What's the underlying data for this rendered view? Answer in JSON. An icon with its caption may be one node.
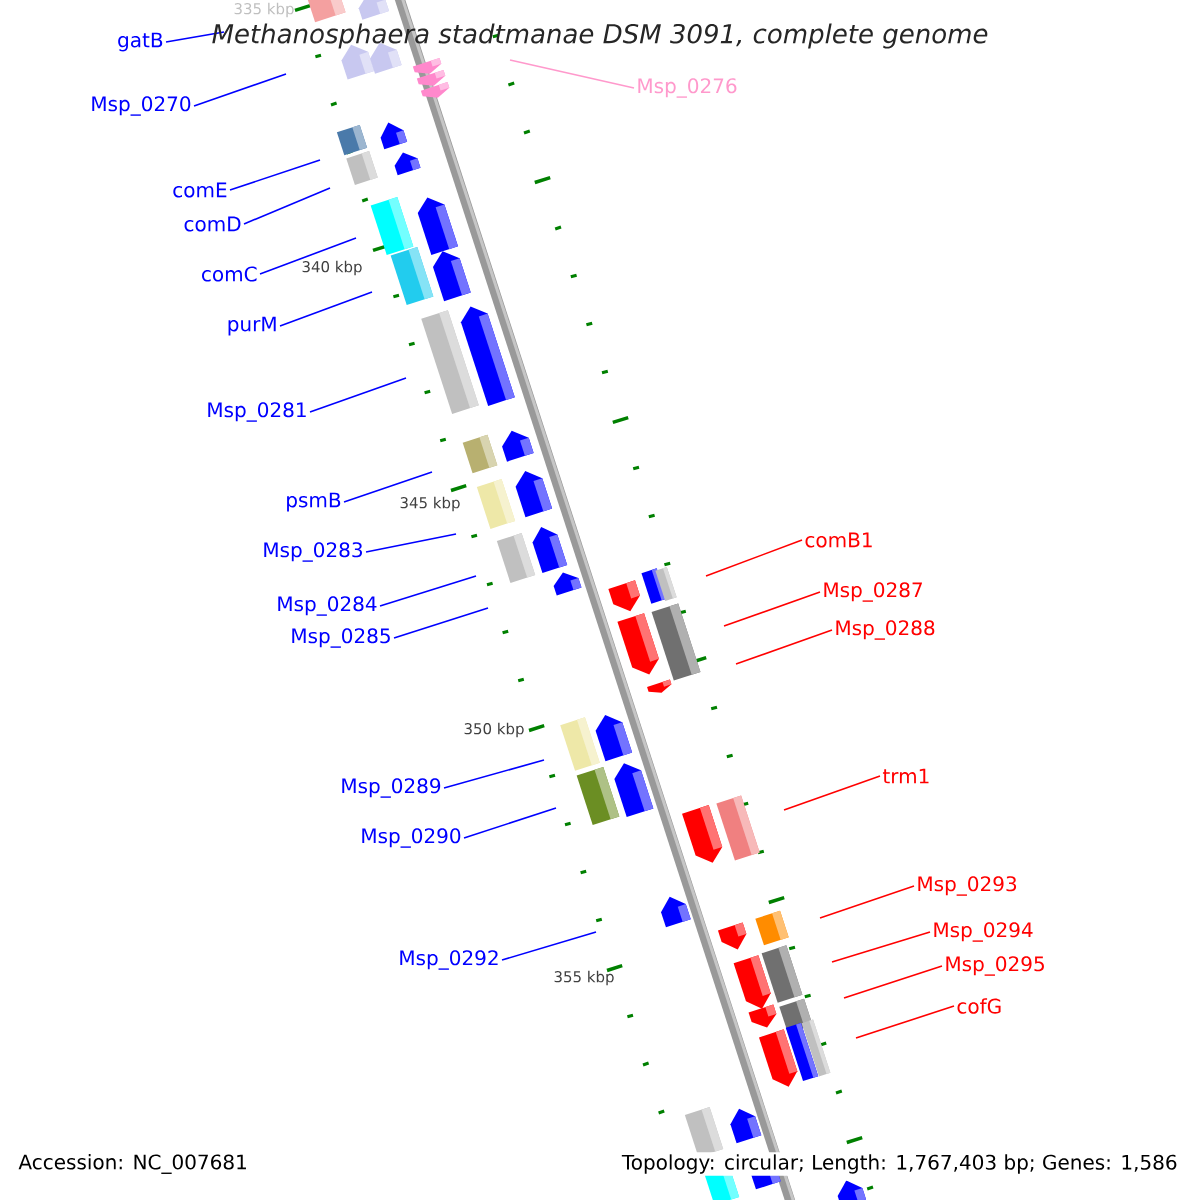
{
  "diagram": {
    "title": "Methanosphaera stadtmanae DSM 3091, complete genome",
    "nodes": [
      {
        "text": [
          "gatB"
        ]
      },
      {
        "text": [
          "Msp_0270"
        ]
      },
      {
        "text": [
          "comE"
        ]
      },
      {
        "text": [
          "comD"
        ]
      },
      {
        "text": [
          "comC"
        ]
      },
      {
        "text": [
          "purM"
        ]
      },
      {
        "text": [
          "Msp_0281"
        ]
      },
      {
        "text": [
          "psmB"
        ]
      },
      {
        "text": [
          "Msp_0283"
        ]
      },
      {
        "text": [
          "Msp_0284"
        ]
      },
      {
        "text": [
          "Msp_0285"
        ]
      },
      {
        "text": [
          "Msp_0289"
        ]
      },
      {
        "text": [
          "Msp_0290"
        ]
      },
      {
        "text": [
          "Msp_0292"
        ]
      },
      {
        "text": [
          "Msp_0276"
        ]
      },
      {
        "text": [
          "comB1"
        ]
      },
      {
        "text": [
          "Msp_0287"
        ]
      },
      {
        "text": [
          "Msp_0288"
        ]
      },
      {
        "text": [
          "trm1"
        ]
      },
      {
        "text": [
          "Msp_0293"
        ]
      },
      {
        "text": [
          "Msp_0294"
        ]
      },
      {
        "text": [
          "Msp_0295"
        ]
      },
      {
        "text": [
          "cofG"
        ]
      }
    ],
    "edges": [
      {
        "from": 0,
        "to": null,
        "arrow": "none"
      },
      {
        "from": 1,
        "to": null,
        "arrow": "none"
      },
      {
        "from": 2,
        "to": null,
        "arrow": "none"
      },
      {
        "from": 3,
        "to": null,
        "arrow": "none"
      },
      {
        "from": 4,
        "to": null,
        "arrow": "none"
      },
      {
        "from": 5,
        "to": null,
        "arrow": "none"
      },
      {
        "from": 6,
        "to": null,
        "arrow": "none"
      },
      {
        "from": 7,
        "to": null,
        "arrow": "none"
      },
      {
        "from": 8,
        "to": null,
        "arrow": "none"
      },
      {
        "from": 9,
        "to": null,
        "arrow": "none"
      },
      {
        "from": 10,
        "to": null,
        "arrow": "none"
      },
      {
        "from": 11,
        "to": null,
        "arrow": "none"
      },
      {
        "from": 12,
        "to": null,
        "arrow": "none"
      },
      {
        "from": 13,
        "to": null,
        "arrow": "none"
      },
      {
        "from": 14,
        "to": null,
        "arrow": "none",
        "color": "#ff99cc"
      },
      {
        "from": 15,
        "to": null,
        "arrow": "none",
        "color": "#ff0000"
      },
      {
        "from": 16,
        "to": null,
        "arrow": "none",
        "color": "#ff0000"
      },
      {
        "from": 17,
        "to": null,
        "arrow": "none",
        "color": "#ff0000"
      },
      {
        "from": 18,
        "to": null,
        "arrow": "none",
        "color": "#ff0000"
      },
      {
        "from": 19,
        "to": null,
        "arrow": "none",
        "color": "#ff0000"
      },
      {
        "from": 20,
        "to": null,
        "arrow": "none",
        "color": "#ff0000"
      },
      {
        "from": 21,
        "to": null,
        "arrow": "none",
        "color": "#ff0000"
      },
      {
        "from": 22,
        "to": null,
        "arrow": "none",
        "color": "#ff0000"
      }
    ],
    "labels": [
      "335 kbp",
      "340 kbp",
      "345 kbp",
      "350 kbp",
      "355 kbp",
      "Accession: NC_007681",
      "Topology: circular; Length: 1,767,403 bp; Genes: 1,586"
    ]
  }
}
